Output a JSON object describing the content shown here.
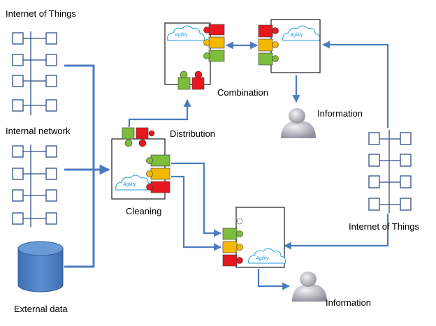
{
  "labels": {
    "iot_top_left": "Internet of Things",
    "internal_network": "Internal network",
    "external_data": "External data",
    "cleaning": "Cleaning",
    "distribution": "Distribution",
    "combination": "Combination",
    "information_top": "Information",
    "internet_of_things_right": "Internet of Things",
    "information_bottom": "Information"
  },
  "logo_text": "Agility",
  "colors": {
    "flow_arrow": "#4a7cc0",
    "puzzle_red": "#e8171f",
    "puzzle_yellow": "#f5b800",
    "puzzle_green": "#7cbd3c",
    "cylinder": "#4a7ec0",
    "person": "#a8a8b4",
    "cloud_text": "#1f9be0"
  }
}
